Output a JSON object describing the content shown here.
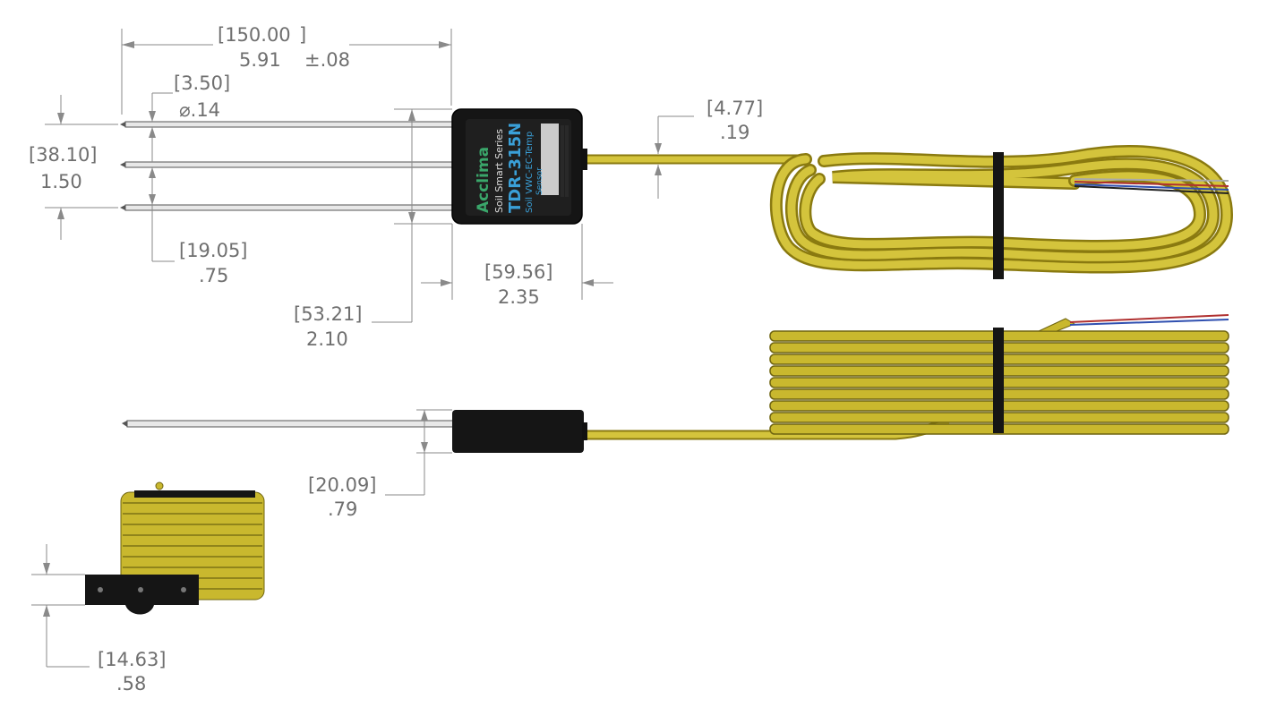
{
  "dimensions": {
    "length_mm": "[150.00",
    "length_in": "5.91",
    "tolerance": "±.08",
    "diameter_mm": "[3.50]",
    "diameter_in": "⌀.14",
    "spacing_total_mm": "[38.10]",
    "spacing_total_in": "1.50",
    "spacing_half_mm": "[19.05]",
    "spacing_half_in": ".75",
    "body_height_mm": "[53.21]",
    "body_height_in": "2.10",
    "body_width_mm": "[59.56]",
    "body_width_in": "2.35",
    "cable_dia_mm": "[4.77]",
    "cable_dia_in": ".19",
    "body_thick_mm": "[20.09]",
    "body_thick_in": ".79",
    "bracket_mm": "[14.63]",
    "bracket_in": ".58"
  },
  "label": {
    "brand": "Acclima",
    "series": "Soil Smart Series",
    "model": "TDR-315N",
    "desc1": "Soil VWC-EC-Temp",
    "desc2": "Sensor"
  },
  "colors": {
    "cable": "#c9b82e",
    "body": "#151515",
    "dimension": "#6f6f6f"
  }
}
